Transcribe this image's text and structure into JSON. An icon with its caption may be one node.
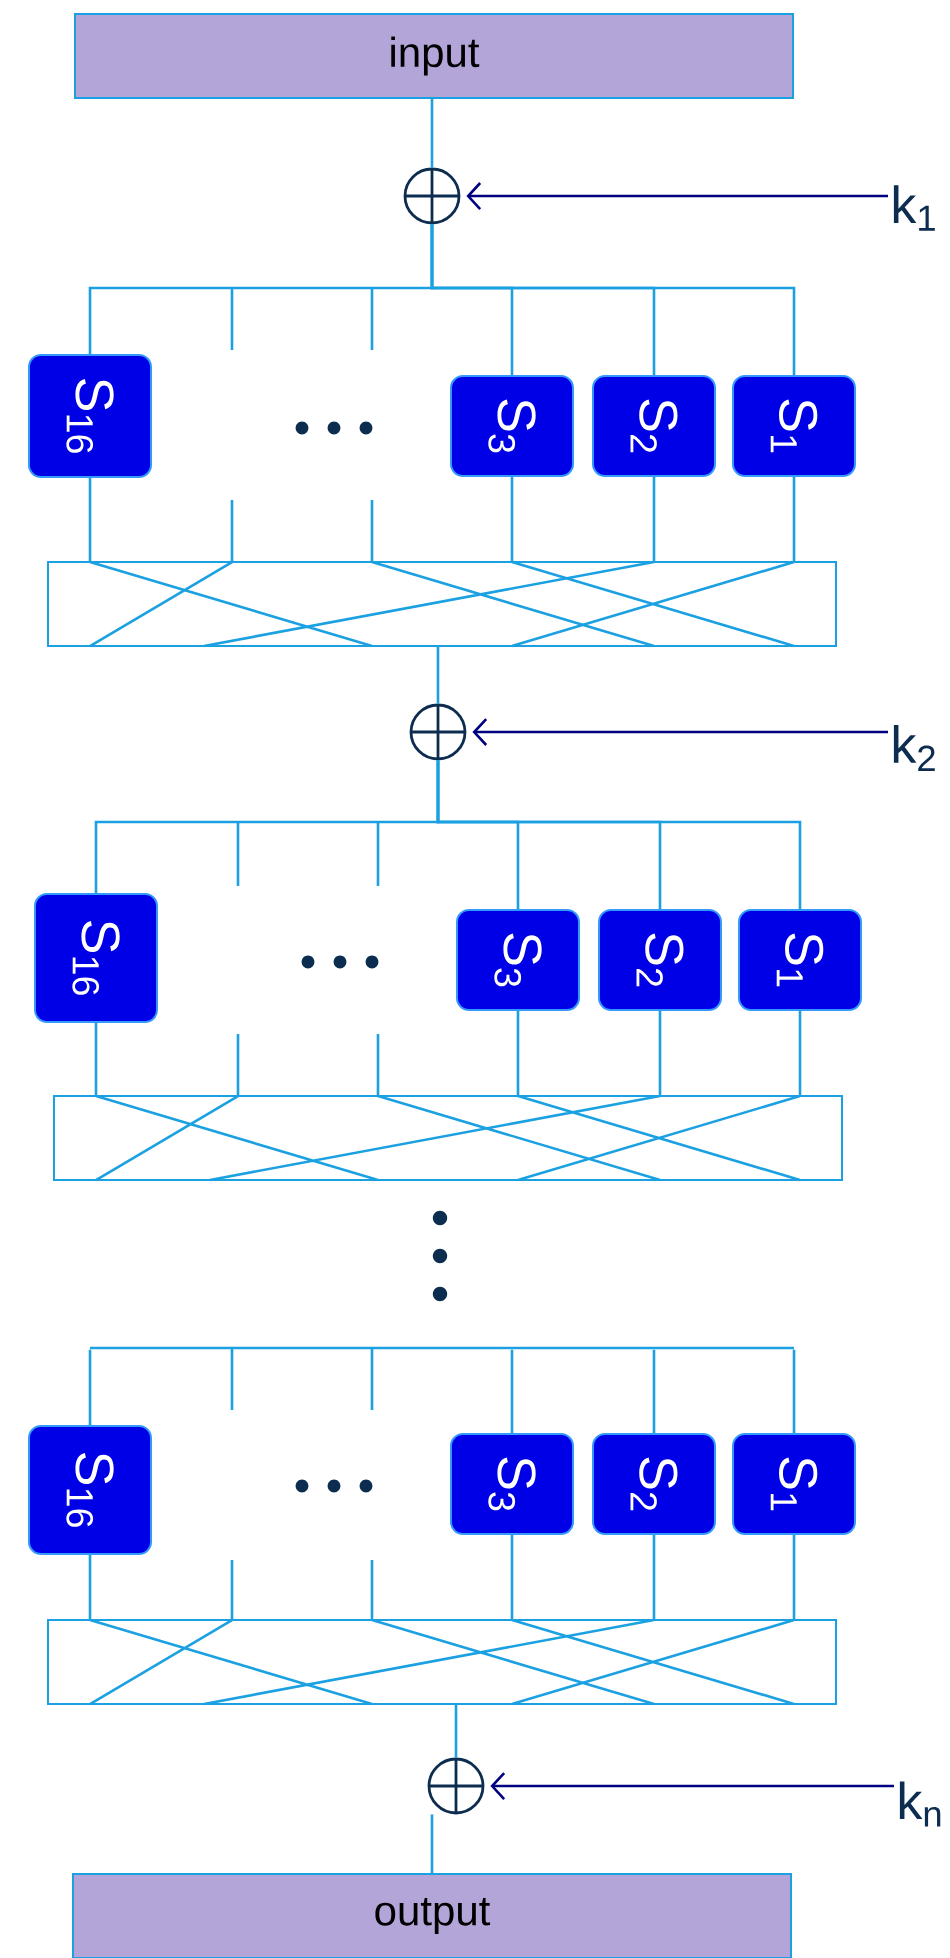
{
  "diagram": {
    "nodes": [
      {
        "text": [
          "input"
        ]
      },
      {
        "text": [],
        "shape": "circle"
      },
      {
        "text": [
          "k$_{1}$"
        ]
      },
      {
        "text": [
          "S$_{16}$"
        ]
      },
      {
        "text": [
          "S$_{3}$"
        ]
      },
      {
        "text": [
          "S$_{2}$"
        ]
      },
      {
        "text": [
          "S$_{1}$"
        ]
      },
      {
        "text": [],
        "shape": "box"
      },
      {
        "text": [],
        "shape": "circle"
      },
      {
        "text": [
          "k$_{2}$"
        ]
      },
      {
        "text": [
          "S$_{16}$"
        ]
      },
      {
        "text": [
          "S$_{3}$"
        ]
      },
      {
        "text": [
          "S$_{2}$"
        ]
      },
      {
        "text": [
          "S$_{1}$"
        ]
      },
      {
        "text": [],
        "shape": "box"
      },
      {
        "text": [],
        "shape": "bar"
      },
      {
        "text": [
          "S$_{16}$"
        ]
      },
      {
        "text": [
          "S$_{3}$"
        ]
      },
      {
        "text": [
          "S$_{2}$"
        ]
      },
      {
        "text": [
          "S$_{1}$"
        ]
      },
      {
        "text": [],
        "shape": "box"
      },
      {
        "text": [],
        "shape": "circle"
      },
      {
        "text": [
          "k$_{n}$"
        ]
      },
      {
        "text": [
          "output"
        ]
      }
    ],
    "edges": [
      {
        "from": 0,
        "to": 1,
        "arrow": "none"
      },
      {
        "from": 2,
        "to": 1,
        "arrow": "to",
        "color": "#000080"
      },
      {
        "from": 1,
        "to": 3,
        "arrow": "none"
      },
      {
        "from": 1,
        "to": 4,
        "arrow": "none"
      },
      {
        "from": 1,
        "to": 5,
        "arrow": "none"
      },
      {
        "from": 1,
        "to": 6,
        "arrow": "none"
      },
      {
        "from": 3,
        "to": 7,
        "arrow": "none"
      },
      {
        "from": 4,
        "to": 7,
        "arrow": "none"
      },
      {
        "from": 5,
        "to": 7,
        "arrow": "none"
      },
      {
        "from": 6,
        "to": 7,
        "arrow": "none"
      },
      {
        "from": 7,
        "to": 8,
        "arrow": "none"
      },
      {
        "from": 9,
        "to": 8,
        "arrow": "to",
        "color": "#000080"
      },
      {
        "from": 8,
        "to": 10,
        "arrow": "none"
      },
      {
        "from": 8,
        "to": 11,
        "arrow": "none"
      },
      {
        "from": 8,
        "to": 12,
        "arrow": "none"
      },
      {
        "from": 8,
        "to": 13,
        "arrow": "none"
      },
      {
        "from": 10,
        "to": 14,
        "arrow": "none"
      },
      {
        "from": 11,
        "to": 14,
        "arrow": "none"
      },
      {
        "from": 12,
        "to": 14,
        "arrow": "none"
      },
      {
        "from": 13,
        "to": 14,
        "arrow": "none"
      },
      {
        "from": 15,
        "to": 16,
        "arrow": "none"
      },
      {
        "from": 15,
        "to": 17,
        "arrow": "none"
      },
      {
        "from": 15,
        "to": 18,
        "arrow": "none"
      },
      {
        "from": 15,
        "to": 19,
        "arrow": "none"
      },
      {
        "from": 16,
        "to": 20,
        "arrow": "none"
      },
      {
        "from": 17,
        "to": 20,
        "arrow": "none"
      },
      {
        "from": 18,
        "to": 20,
        "arrow": "none"
      },
      {
        "from": 19,
        "to": 20,
        "arrow": "none"
      },
      {
        "from": 20,
        "to": 21,
        "arrow": "none"
      },
      {
        "from": 22,
        "to": 21,
        "arrow": "to",
        "color": "#000080"
      },
      {
        "from": 21,
        "to": 23,
        "arrow": "none"
      }
    ]
  }
}
